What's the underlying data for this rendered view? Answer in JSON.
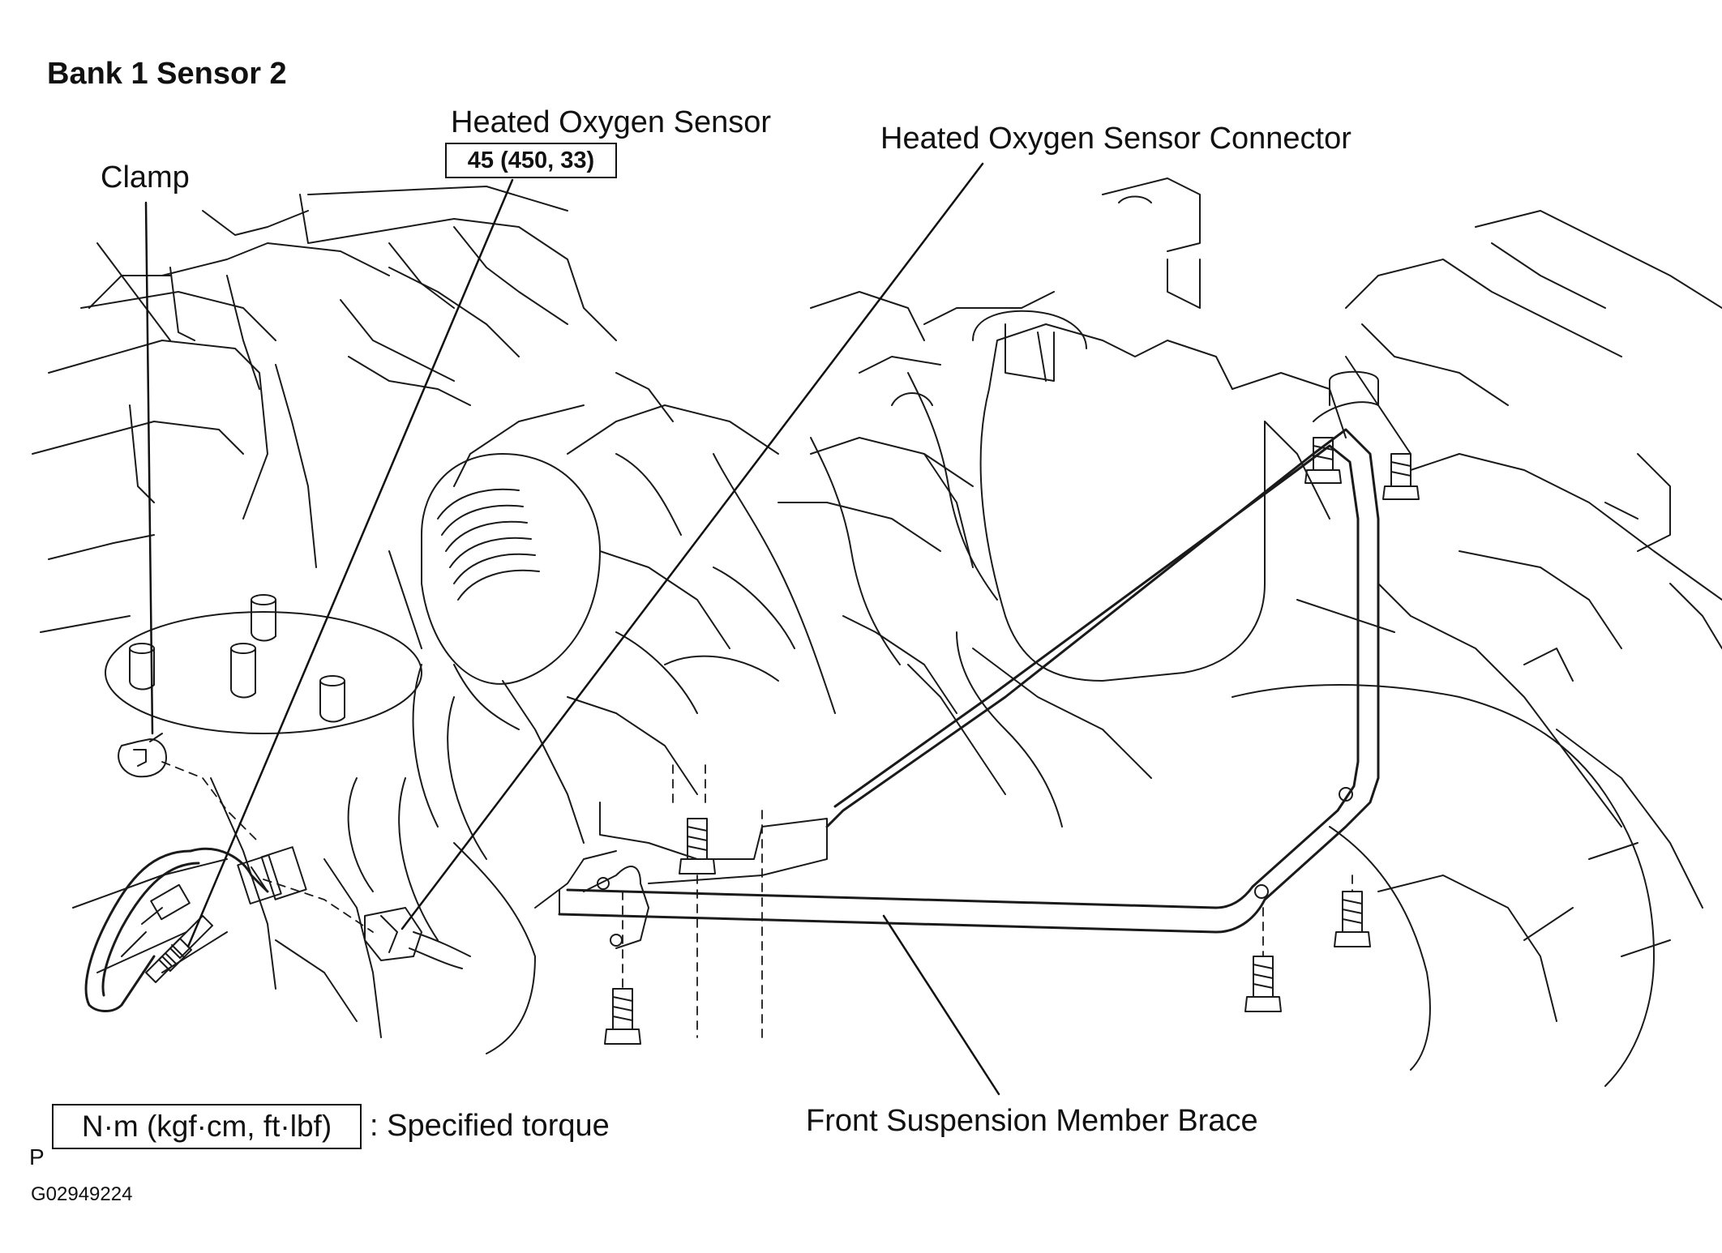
{
  "title": "Bank 1 Sensor 2",
  "labels": {
    "clamp": "Clamp",
    "heated_oxygen_sensor": "Heated Oxygen Sensor",
    "heated_oxygen_sensor_torque": "45 (450, 33)",
    "heated_oxygen_sensor_connector": "Heated Oxygen Sensor Connector",
    "front_suspension_member_brace": "Front Suspension  Member Brace"
  },
  "legend": {
    "unit_box": "N·m (kgf·cm, ft·lbf)",
    "description": ": Specified torque"
  },
  "corner_mark": "P",
  "figure_code": "G02949224"
}
